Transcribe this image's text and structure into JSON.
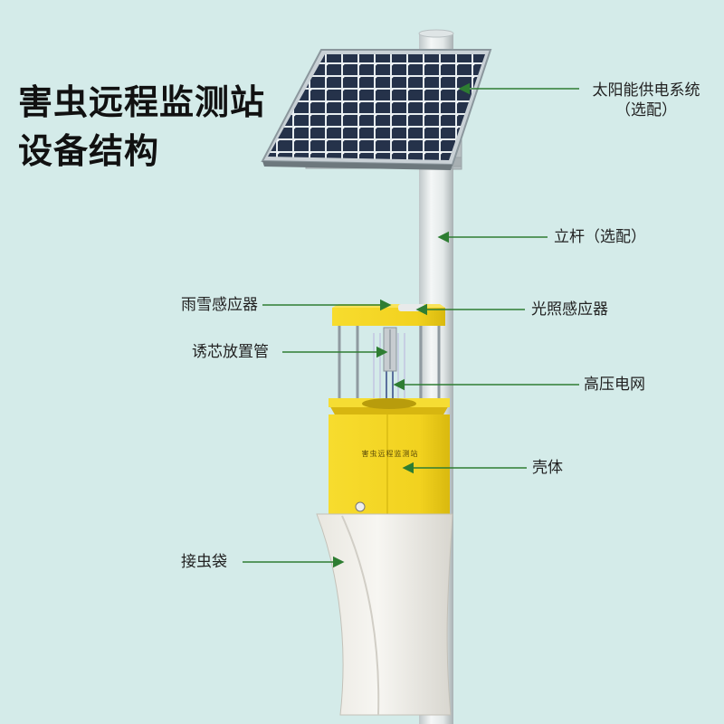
{
  "title": {
    "line1": "害虫远程监测站",
    "line2": "设备结构"
  },
  "device": {
    "body_text": "害虫远程监测站"
  },
  "labels": {
    "solar": "太阳能供电系统",
    "solar_note": "（选配）",
    "pole": "立杆（选配）",
    "rain_snow_sensor": "雨雪感应器",
    "light_sensor": "光照感应器",
    "lure_tube": "诱芯放置管",
    "hv_grid": "高压电网",
    "housing": "壳体",
    "collection_bag": "接虫袋"
  },
  "colors": {
    "background": "#d4ebe9",
    "arrow": "#2e7d32",
    "housing_yellow": "#f2d21f",
    "panel_cell": "#25324a"
  }
}
